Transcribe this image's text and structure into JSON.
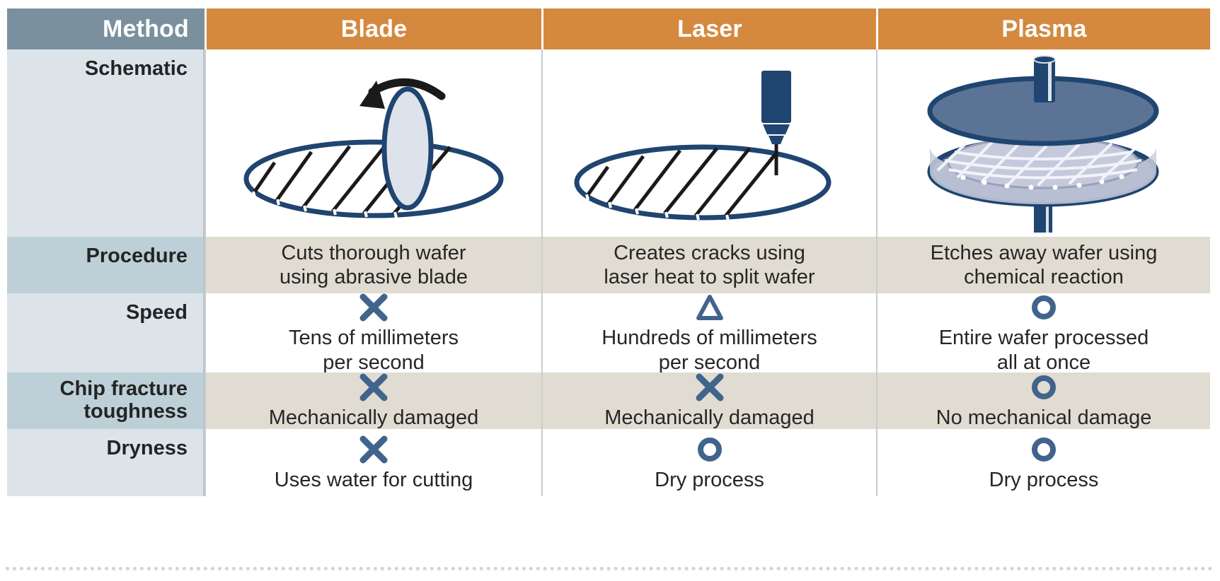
{
  "table": {
    "header": {
      "row_label": "Method",
      "columns": [
        {
          "label": "Blade"
        },
        {
          "label": "Laser"
        },
        {
          "label": "Plasma"
        }
      ]
    },
    "rows": [
      {
        "label": "Schematic",
        "type": "schematic",
        "shaded": false,
        "cells": [
          {
            "icon": "blade-dicing-schematic"
          },
          {
            "icon": "laser-dicing-schematic"
          },
          {
            "icon": "plasma-dicing-schematic"
          }
        ]
      },
      {
        "label": "Procedure",
        "type": "text",
        "shaded": true,
        "cells": [
          {
            "mark": "",
            "text": "Cuts thorough wafer\nusing abrasive blade"
          },
          {
            "mark": "",
            "text": "Creates cracks using\nlaser heat to split wafer"
          },
          {
            "mark": "",
            "text": "Etches away wafer using\nchemical reaction"
          }
        ]
      },
      {
        "label": "Speed",
        "type": "rating",
        "shaded": false,
        "cells": [
          {
            "mark": "cross",
            "text": "Tens of millimeters\nper second"
          },
          {
            "mark": "triangle",
            "text": "Hundreds of millimeters\nper second"
          },
          {
            "mark": "circle",
            "text": "Entire wafer processed\nall at once"
          }
        ]
      },
      {
        "label": "Chip fracture\ntoughness",
        "type": "rating",
        "shaded": true,
        "cells": [
          {
            "mark": "cross",
            "text": "Mechanically damaged"
          },
          {
            "mark": "cross",
            "text": "Mechanically damaged"
          },
          {
            "mark": "circle",
            "text": "No mechanical damage"
          }
        ]
      },
      {
        "label": "Dryness",
        "type": "rating",
        "shaded": false,
        "cells": [
          {
            "mark": "cross",
            "text": "Uses water for cutting"
          },
          {
            "mark": "circle",
            "text": "Dry process"
          },
          {
            "mark": "circle",
            "text": "Dry process"
          }
        ]
      }
    ]
  },
  "colors": {
    "header_accent": "#d4893f",
    "header_method": "#7a909e",
    "row_label_light": "#dce4ea",
    "row_label_dark": "#bdd0d8",
    "row_shaded": "#e0dcd1",
    "mark_blue": "#41648c",
    "schematic_navy": "#1f4570"
  },
  "mark_glyphs": {
    "cross": "✕",
    "triangle": "△",
    "circle": "○"
  }
}
